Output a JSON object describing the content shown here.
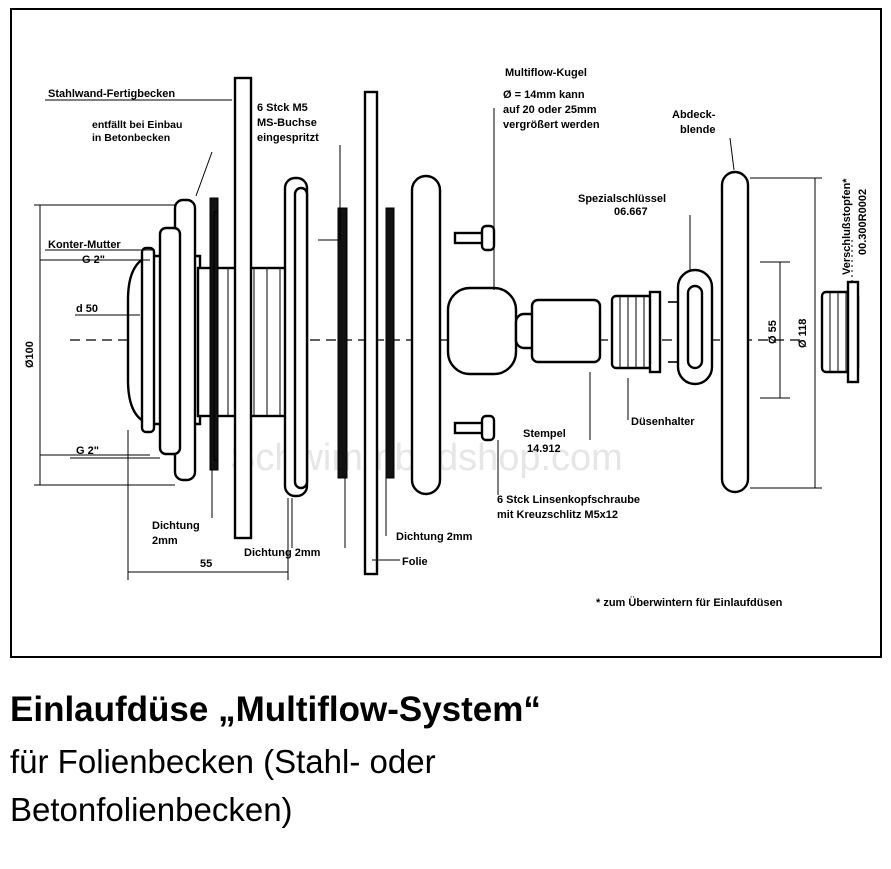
{
  "labels": {
    "stahlwand": "Stahlwand-Fertigbecken",
    "entfaellt_1": "entfällt bei Einbau",
    "entfaellt_2": "in Betonbecken",
    "ms_buchse_1": "6 Stck  M5",
    "ms_buchse_2": "MS-Buchse",
    "ms_buchse_3": "eingespritzt",
    "multiflow_kugel": "Multiflow-Kugel",
    "kugel_note_1": "Ø = 14mm kann",
    "kugel_note_2": "auf 20 oder 25mm",
    "kugel_note_3": "vergrößert werden",
    "abdeck_1": "Abdeck-",
    "abdeck_2": "blende",
    "verschluss_1": "Verschlußstopfen*",
    "verschluss_2": "00.300R0002",
    "spezial_1": "Spezialschlüssel",
    "spezial_2": "06.667",
    "konter_1": "Konter-Mutter",
    "konter_2": "G 2\"",
    "d50": "d 50",
    "d100": "Ø100",
    "g2": "G 2\"",
    "d55": "Ø 55",
    "d118": "Ø 118",
    "stempel_1": "Stempel",
    "stempel_2": "14.912",
    "duesenhalter": "Düsenhalter",
    "schraube_1": "6 Stck Linsenkopfschraube",
    "schraube_2": "mit Kreuzschlitz M5x12",
    "dichtung_2mm_a_1": "Dichtung",
    "dichtung_2mm_a_2": "2mm",
    "dichtung_2mm_b": "Dichtung 2mm",
    "dichtung_2mm_c": "Dichtung 2mm",
    "dim_55": "55",
    "folie": "Folie",
    "footnote": "*  zum Überwintern für Einlaufdüsen",
    "watermark": "Schwimmbadshop.com"
  },
  "caption": {
    "title": "Einlaufdüse „Multiflow-System“",
    "subtitle": "für Folienbecken (Stahl- oder Betonfolienbecken)"
  }
}
